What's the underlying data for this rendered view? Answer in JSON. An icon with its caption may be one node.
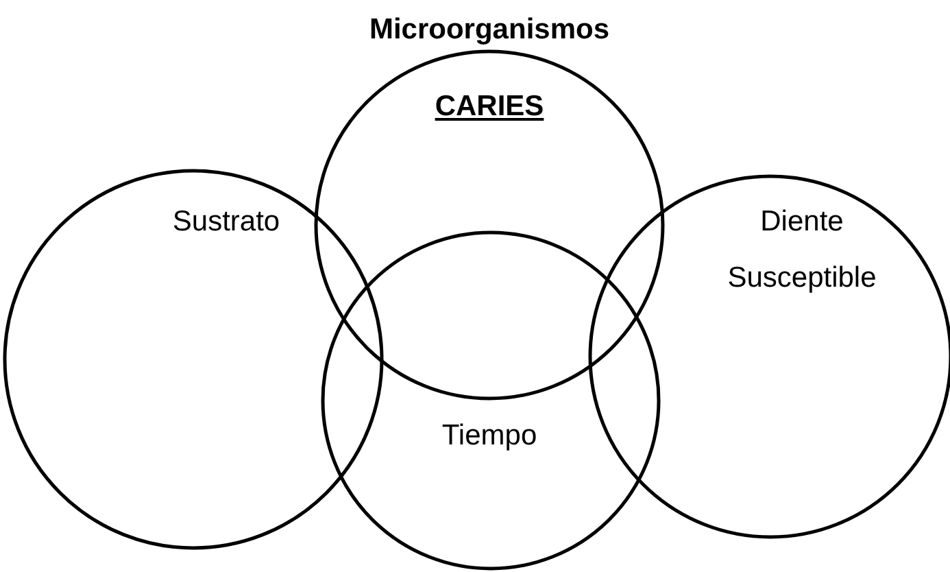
{
  "diagram": {
    "nodes": [
      {
        "text": [
          "Microorganismos"
        ]
      },
      {
        "text": [
          "Sustrato"
        ]
      },
      {
        "text": [
          "Diente Susceptible"
        ]
      },
      {
        "text": [
          "Tiempo"
        ]
      }
    ],
    "edges": [],
    "labels": [
      "CARIES"
    ]
  }
}
